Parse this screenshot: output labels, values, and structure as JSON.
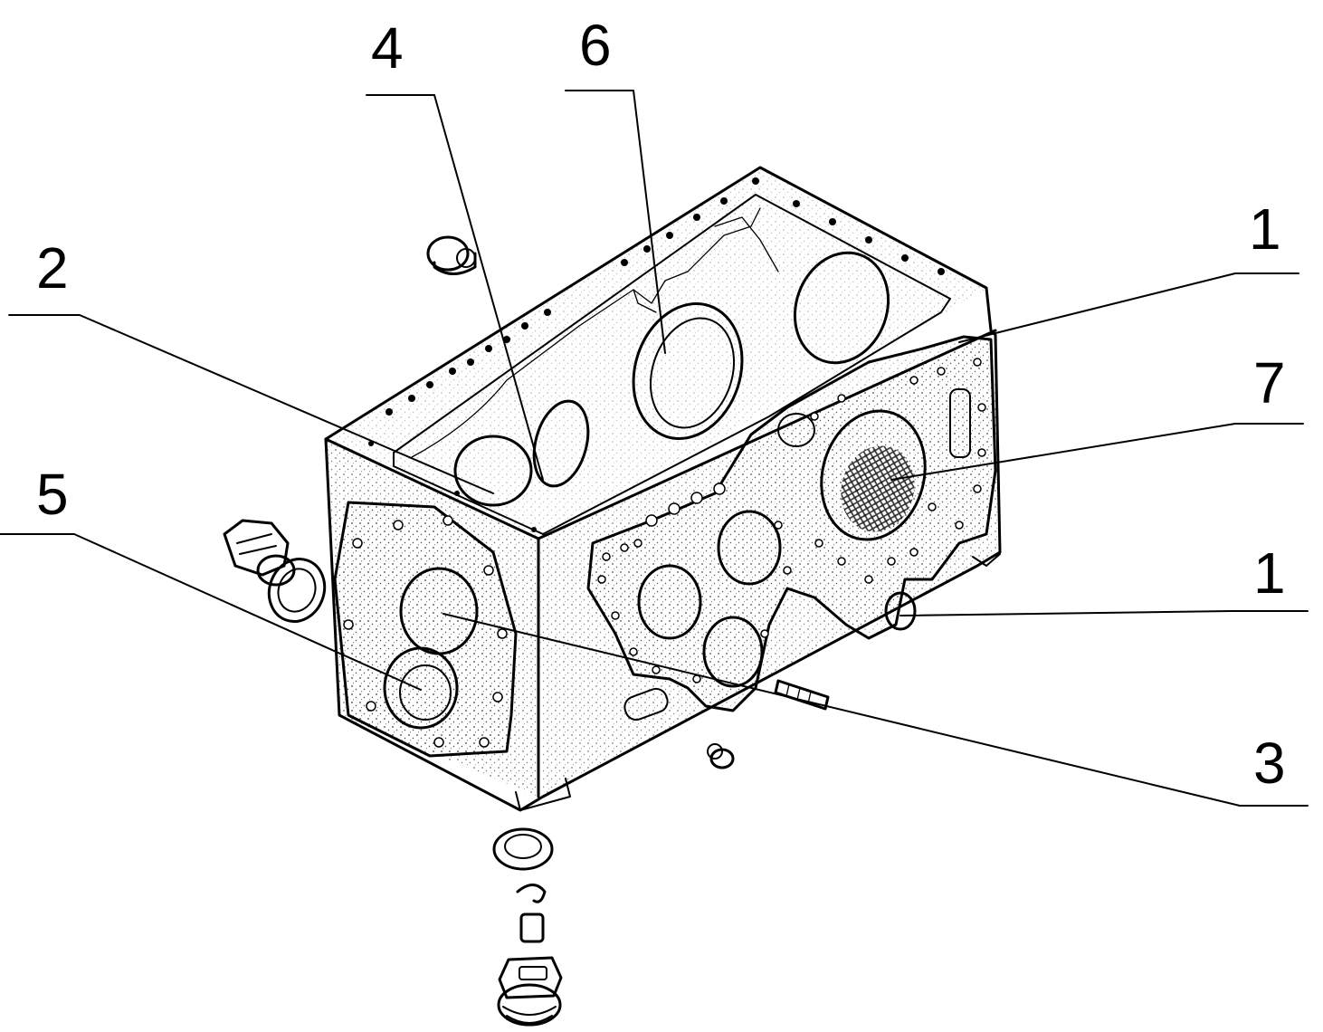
{
  "figure": {
    "background": "#ffffff",
    "ink": "#000000"
  },
  "callouts": [
    {
      "id": "label-4",
      "text": "4"
    },
    {
      "id": "label-6",
      "text": "6"
    },
    {
      "id": "label-1-top",
      "text": "1"
    },
    {
      "id": "label-2",
      "text": "2"
    },
    {
      "id": "label-7",
      "text": "7"
    },
    {
      "id": "label-5",
      "text": "5"
    },
    {
      "id": "label-1-bottom",
      "text": "1"
    },
    {
      "id": "label-3",
      "text": "3"
    }
  ]
}
